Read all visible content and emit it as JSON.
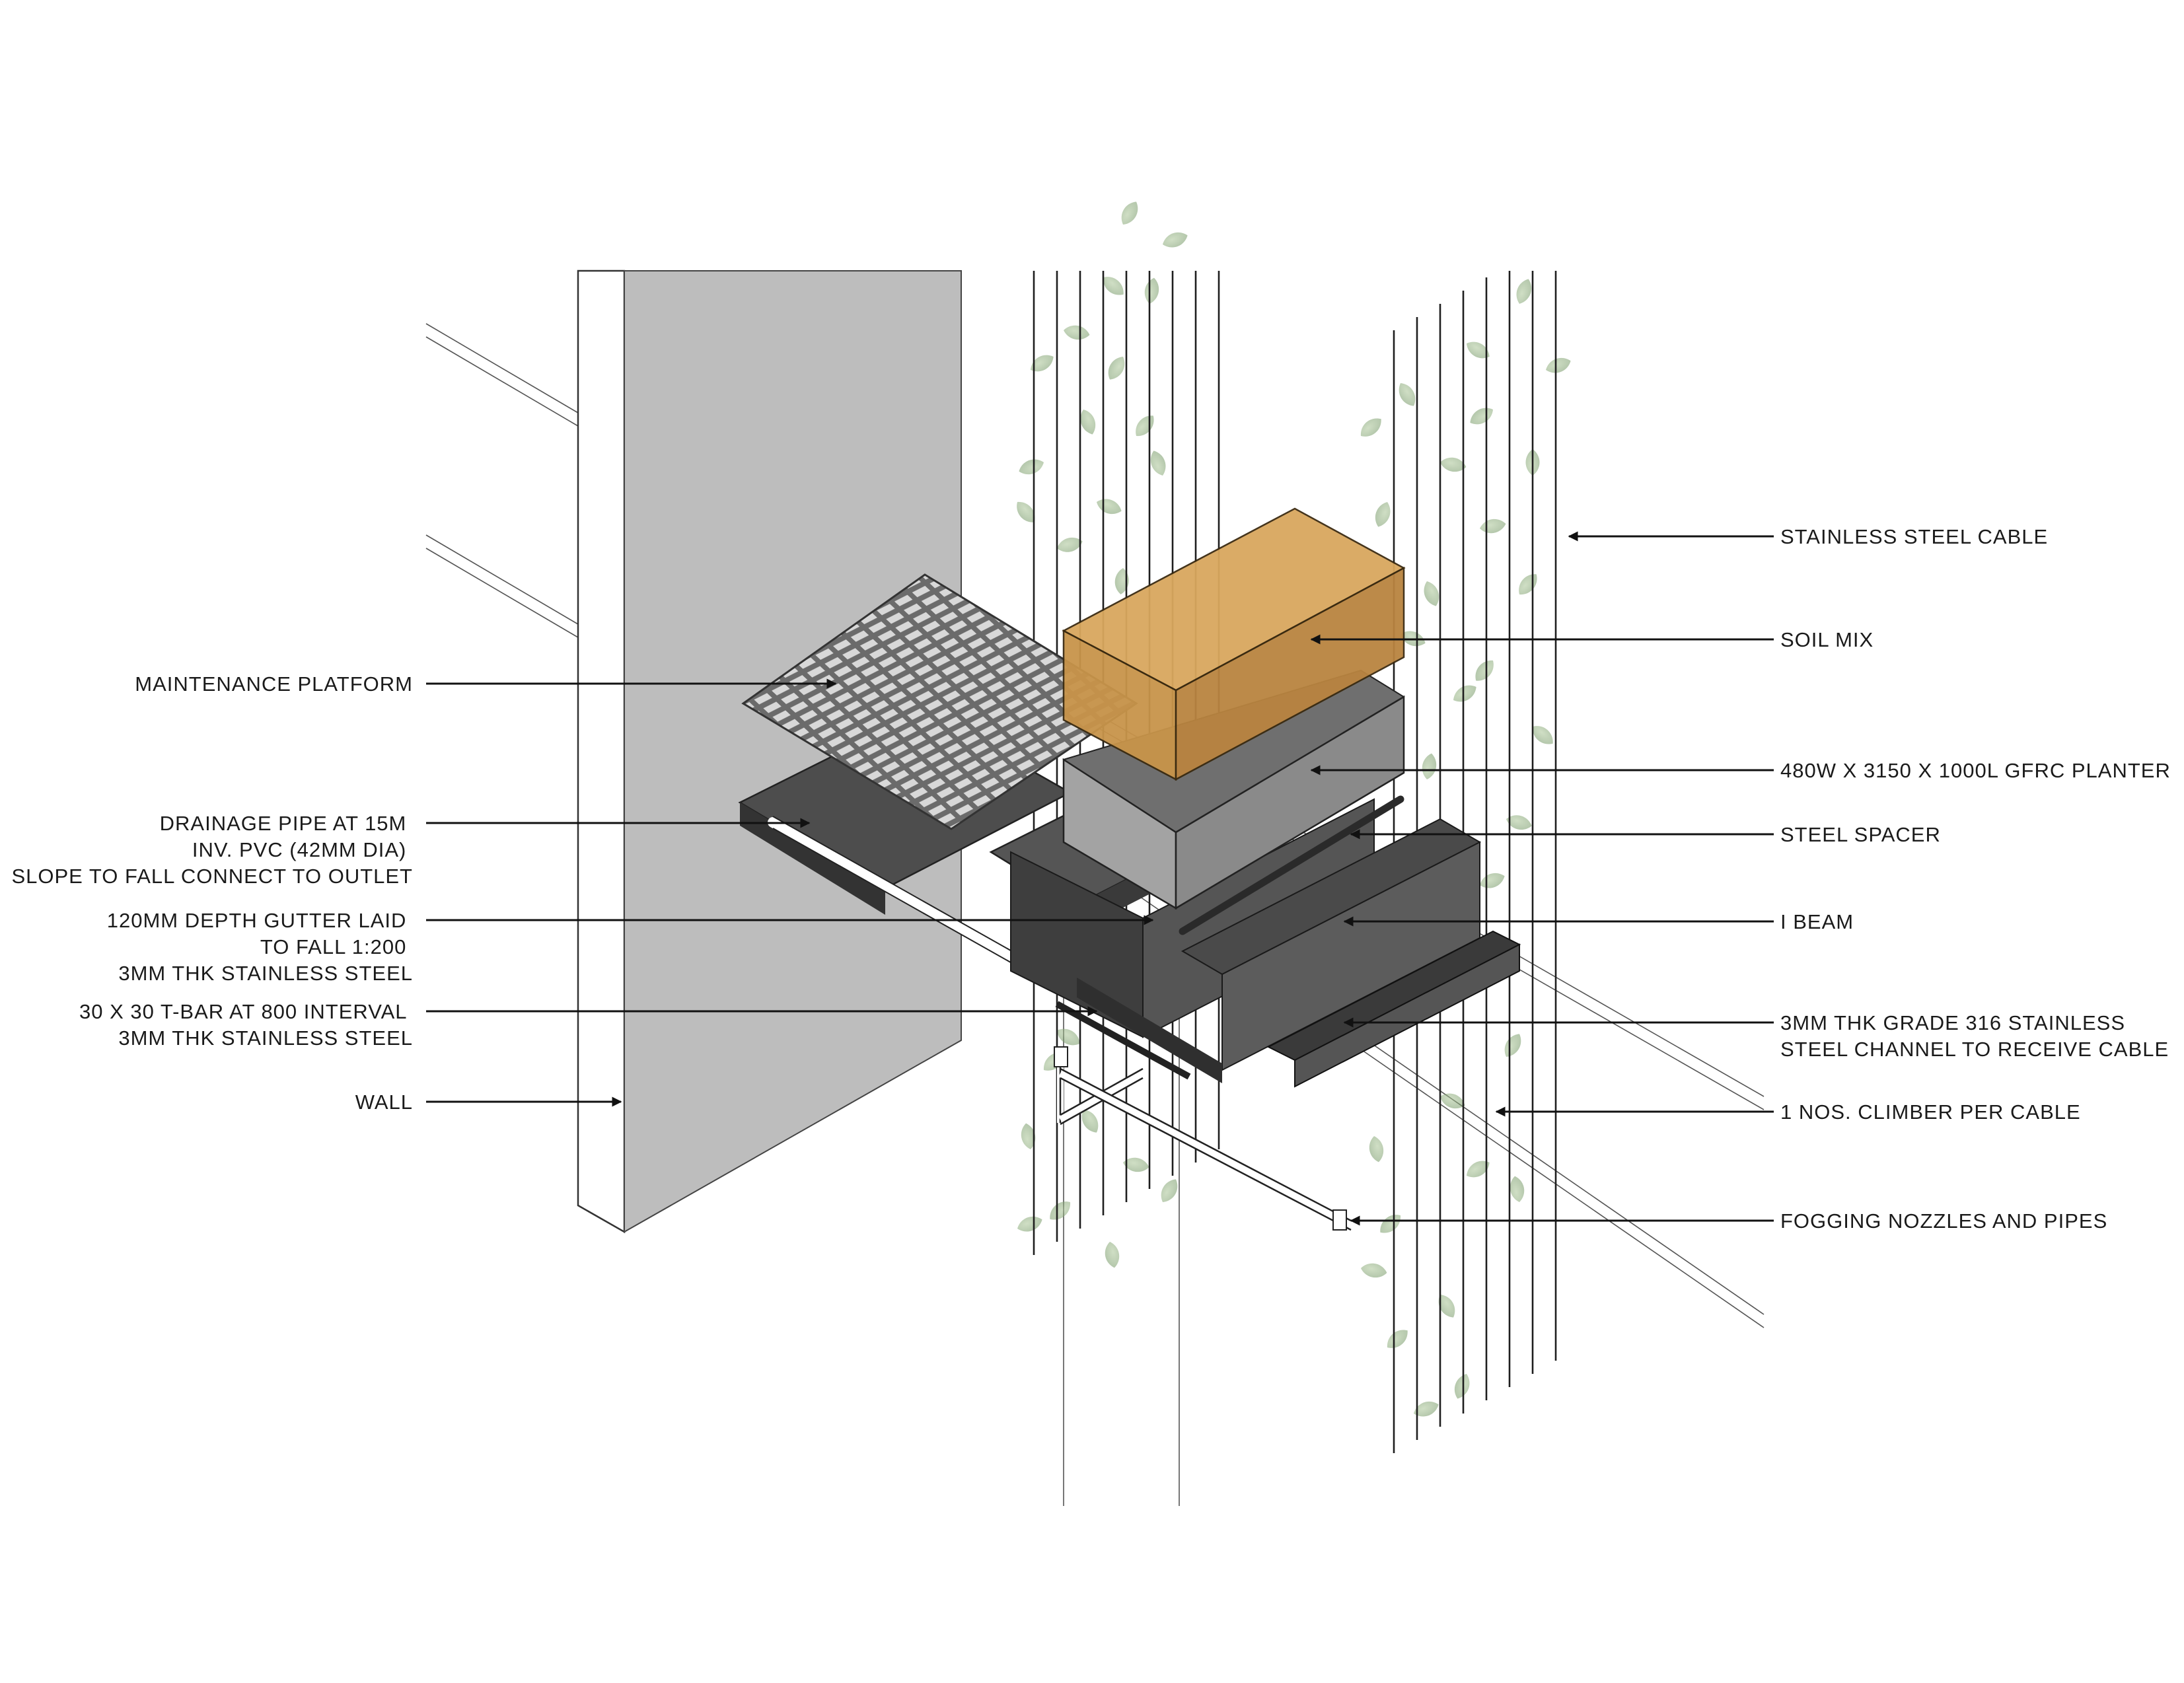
{
  "labels_left": [
    {
      "id": "maintenance-platform",
      "lines": [
        "MAINTENANCE PLATFORM"
      ]
    },
    {
      "id": "drainage-pipe",
      "lines": [
        "DRAINAGE PIPE AT 15M",
        "INV. PVC (42MM DIA)",
        "SLOPE TO FALL CONNECT TO OUTLET"
      ]
    },
    {
      "id": "gutter",
      "lines": [
        "120MM DEPTH GUTTER LAID",
        "TO FALL 1:200",
        "3MM THK STAINLESS STEEL"
      ]
    },
    {
      "id": "t-bar",
      "lines": [
        "30 X 30 T-BAR AT 800 INTERVAL",
        "3MM THK STAINLESS STEEL"
      ]
    },
    {
      "id": "wall",
      "lines": [
        "WALL"
      ]
    }
  ],
  "labels_right": [
    {
      "id": "stainless-steel-cable",
      "lines": [
        "STAINLESS STEEL CABLE"
      ]
    },
    {
      "id": "soil-mix",
      "lines": [
        "SOIL MIX"
      ]
    },
    {
      "id": "gfrc-planter",
      "lines": [
        "480W X 3150 X 1000L GFRC PLANTER"
      ]
    },
    {
      "id": "steel-spacer",
      "lines": [
        "STEEL SPACER"
      ]
    },
    {
      "id": "i-beam",
      "lines": [
        "I BEAM"
      ]
    },
    {
      "id": "steel-channel",
      "lines": [
        "3MM THK GRADE 316 STAINLESS",
        "STEEL CHANNEL TO RECEIVE CABLE"
      ]
    },
    {
      "id": "climber",
      "lines": [
        "1 NOS. CLIMBER PER CABLE"
      ]
    },
    {
      "id": "fogging",
      "lines": [
        "FOGGING NOZZLES AND PIPES"
      ]
    }
  ],
  "colors": {
    "wall": "#bdbdbd",
    "soil": "#c8944a",
    "planter": "#8f8f8f",
    "steel_dark": "#4a4a4a",
    "foliage": "#8fb07a"
  }
}
